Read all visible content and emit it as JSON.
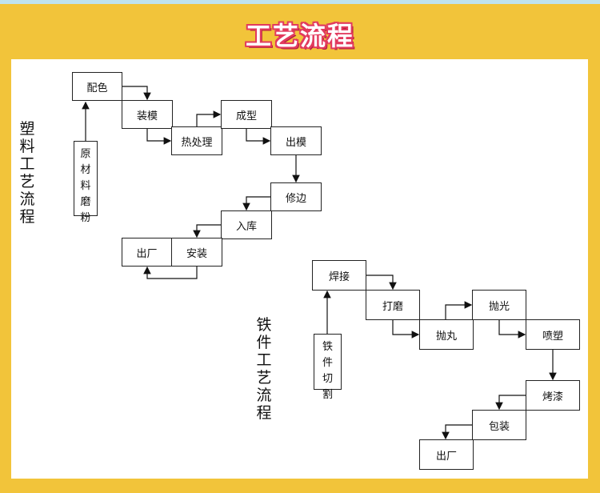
{
  "title": "工艺流程",
  "plastic": {
    "label": "塑料工艺流程",
    "raw": "原材料磨粉",
    "steps": [
      "配色",
      "装模",
      "热处理",
      "成型",
      "出模",
      "修边",
      "入库",
      "安装",
      "出厂"
    ]
  },
  "iron": {
    "label": "铁件工艺流程",
    "raw": "铁件切割",
    "steps": [
      "焊接",
      "打磨",
      "抛丸",
      "抛光",
      "喷塑",
      "烤漆",
      "包装",
      "出厂"
    ]
  },
  "colors": {
    "background": "#f2c43a",
    "title_outline": "#e23a5e",
    "panel": "#ffffff"
  }
}
